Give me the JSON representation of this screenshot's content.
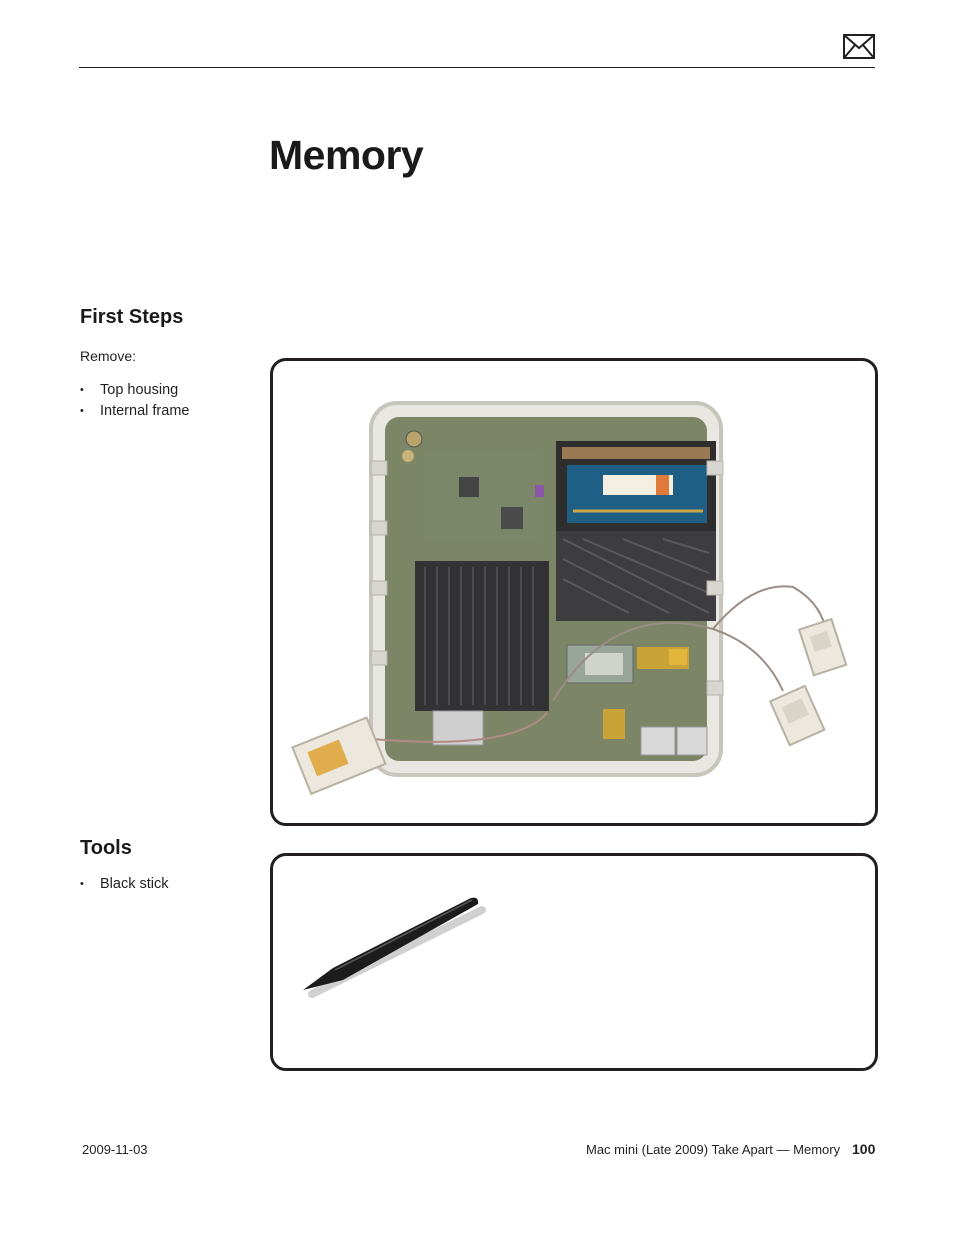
{
  "header": {
    "mail_icon": "envelope-icon"
  },
  "page_title": "Memory",
  "first_steps": {
    "heading": "First Steps",
    "intro": "Remove:",
    "items": [
      "Top housing",
      "Internal frame"
    ]
  },
  "tools": {
    "heading": "Tools",
    "items": [
      "Black stick"
    ]
  },
  "footer": {
    "date": "2009-11-03",
    "doc_title": "Mac mini (Late 2009) Take Apart — Memory",
    "page_number": "100"
  },
  "colors": {
    "text": "#231f20",
    "board_green": "#6f7a55",
    "ram_blue": "#1f5f86",
    "heatsink": "#3a3a3a"
  }
}
